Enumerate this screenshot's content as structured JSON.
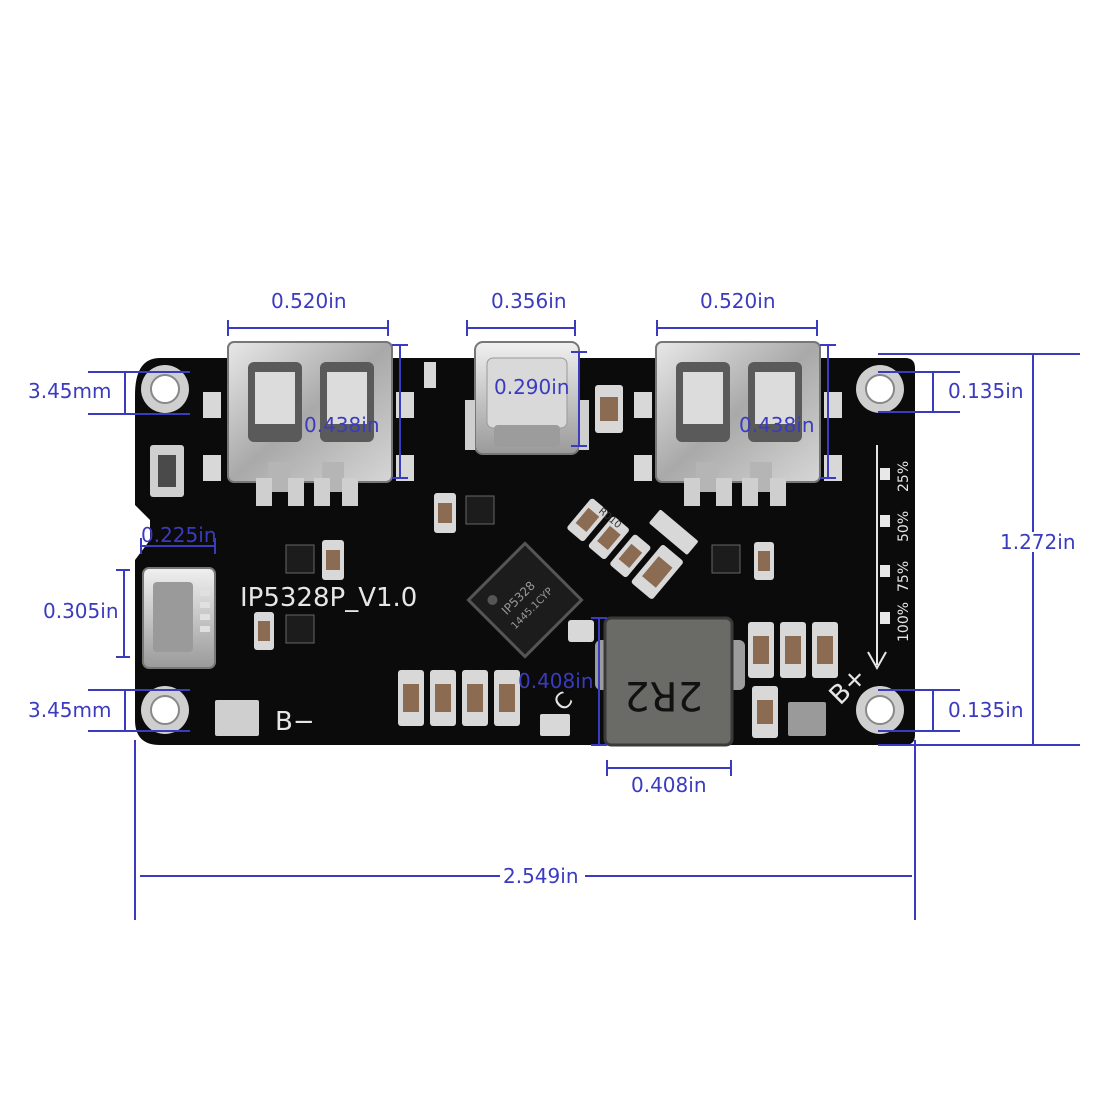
{
  "board": {
    "model_label": "IP5328P_V1.0",
    "chip_line1": "IP5328",
    "chip_line2": "1445.1CYP",
    "inductor_label": "2R2",
    "b_minus": "B−",
    "b_plus": "B+",
    "c_label": "C",
    "resistor_code": "R010",
    "led_25": "25%",
    "led_50": "50%",
    "led_75": "75%",
    "led_100": "100%"
  },
  "dimensions": {
    "usb_a_left_width": "0.520in",
    "usb_c_width": "0.356in",
    "usb_a_right_width": "0.520in",
    "usb_a_left_height": "0.438in",
    "usb_c_height": "0.290in",
    "usb_a_right_height": "0.438in",
    "hole_top_left": "3.45mm",
    "hole_bottom_left": "3.45mm",
    "hole_top_right": "0.135in",
    "hole_bottom_right": "0.135in",
    "board_height": "1.272in",
    "board_width": "2.549in",
    "micro_usb_width": "0.225in",
    "micro_usb_height": "0.305in",
    "inductor_height": "0.408in",
    "inductor_width": "0.408in"
  },
  "colors": {
    "dimension_line": "#3b3bbf",
    "pcb": "#0b0b0b",
    "metal": "#bfbfbf",
    "silkscreen": "#e6e6e6"
  }
}
